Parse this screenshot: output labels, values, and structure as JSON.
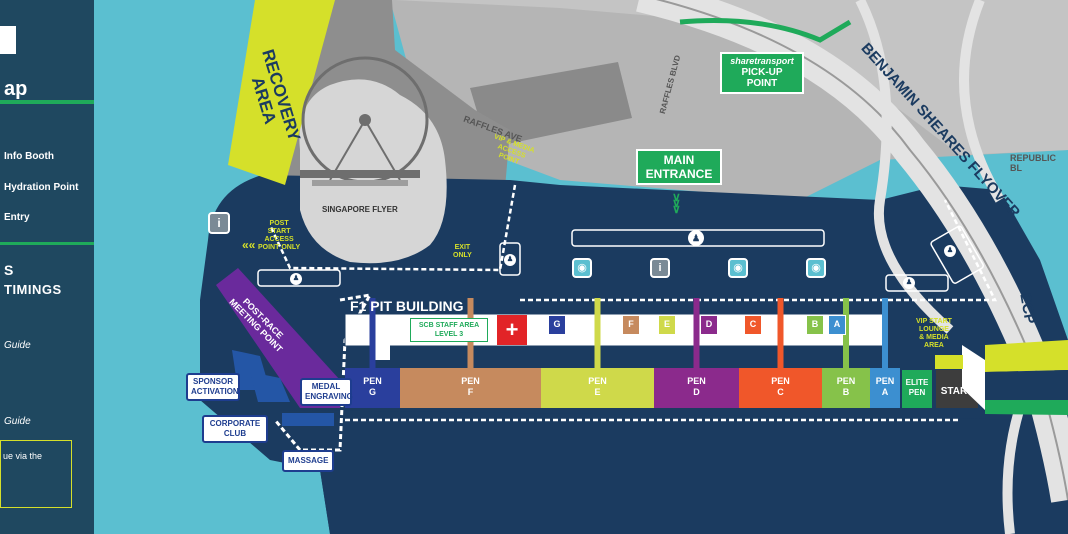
{
  "legend": {
    "title": "ap",
    "items": [
      "Info Booth",
      "Hydration Point",
      "Entry"
    ],
    "section2_line1": "S",
    "section2_line2": "TIMINGS",
    "guide1": "Guide",
    "guide2": "Guide",
    "bottom_text": "ue via the"
  },
  "map": {
    "recovery_area": "RECOVERY AREA",
    "singapore_flyer": "SINGAPORE FLYER",
    "raffles_ave": "RAFFLES AVE",
    "raffles_blvd": "RAFFLES BLVD",
    "benjamin_sheares": "BENJAMIN SHEARES FLYOVER",
    "republic_blvd": "REPUBLIC BL",
    "ecp": "ECP",
    "share_transport_brand": "sharetransport",
    "pickup_line1": "PICK-UP",
    "pickup_line2": "POINT",
    "main_entrance_line1": "MAIN",
    "main_entrance_line2": "ENTRANCE",
    "vip_media_access": [
      "VIP & MEDIA",
      "ACCESS",
      "POINT"
    ],
    "post_start_access": [
      "POST",
      "START",
      "ACCESS",
      "POINT ONLY"
    ],
    "exit_only": [
      "EXIT",
      "ONLY"
    ],
    "f1_pit_building": "F1 PIT BUILDING",
    "scb_staff_area": [
      "SCB STAFF AREA",
      "LEVEL 3"
    ],
    "post_race_meeting": [
      "POST-RACE",
      "MEETING POINT"
    ],
    "sponsor_activation": [
      "SPONSOR",
      "ACTIVATION"
    ],
    "corporate_club": [
      "CORPORATE",
      "CLUB"
    ],
    "massage": "MASSAGE",
    "medal_engraving": [
      "MEDAL",
      "ENGRAVING"
    ],
    "vip_start_lounge": [
      "VIP START",
      "LOUNGE",
      "& MEDIA",
      "AREA"
    ],
    "start": "START",
    "pens": [
      {
        "letter": "G",
        "color": "#2a3f9d"
      },
      {
        "letter": "F",
        "color": "#c68a5e"
      },
      {
        "letter": "E",
        "color": "#cfd94a"
      },
      {
        "letter": "D",
        "color": "#8b2a8c"
      },
      {
        "letter": "C",
        "color": "#f0572a"
      },
      {
        "letter": "B",
        "color": "#86c24a"
      },
      {
        "letter": "A",
        "color": "#3c8fd0"
      }
    ],
    "pen_word": "PEN",
    "elite_pen": [
      "ELITE",
      "PEN"
    ],
    "bag_letters": [
      "G",
      "F",
      "E",
      "D",
      "C",
      "B",
      "A"
    ]
  }
}
